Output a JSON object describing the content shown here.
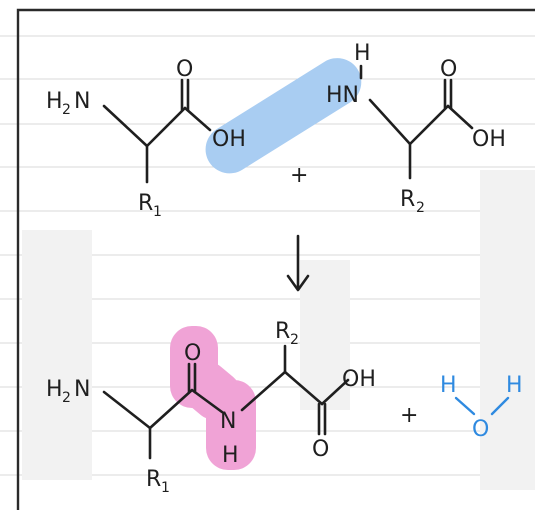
{
  "colors": {
    "highlight_blue": "#a9cdf2",
    "highlight_pink": "#f0a3d6",
    "water_blue": "#2f8ae0",
    "ink": "#1f1f1f",
    "watermark": "#f1f1f1"
  },
  "reactant1": {
    "amine": "H",
    "amine_sub": "2",
    "amine_n": "N",
    "carbonyl_o": "O",
    "hydroxyl": "OH",
    "r_group": "R",
    "r_sub": "1"
  },
  "reactant2": {
    "amine_h": "H",
    "amine_hn": "HN",
    "carbonyl_o": "O",
    "hydroxyl": "OH",
    "r_group": "R",
    "r_sub": "2"
  },
  "plus": "+",
  "arrow": "↓",
  "product": {
    "amine": "H",
    "amine_sub": "2",
    "amine_n": "N",
    "carbonyl_o": "O",
    "peptide_n": "N",
    "peptide_h": "H",
    "r1": "R",
    "r1_sub": "1",
    "r2": "R",
    "r2_sub": "2",
    "hydroxyl": "OH",
    "carbonyl_o2": "O"
  },
  "water": {
    "h1": "H",
    "o": "O",
    "h2": "H"
  }
}
